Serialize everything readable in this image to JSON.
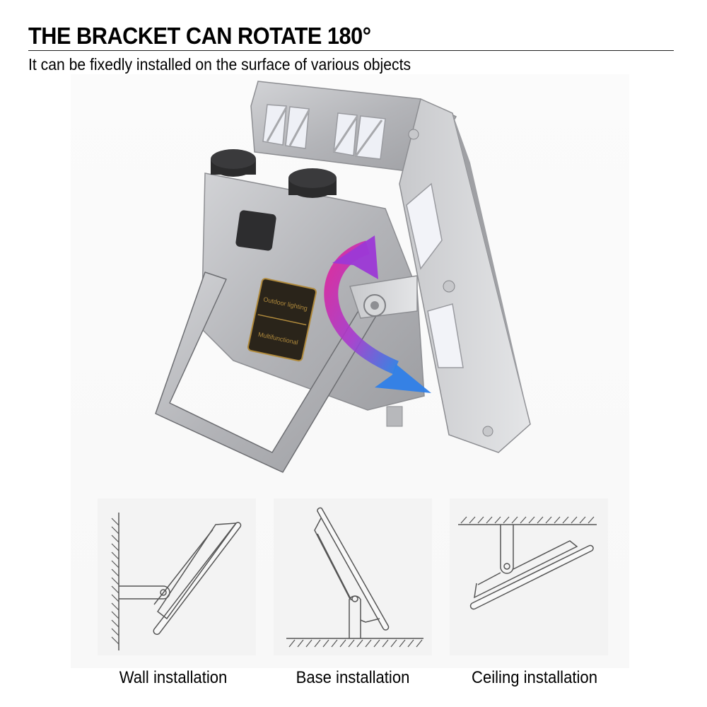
{
  "header": {
    "title": "THE BRACKET CAN ROTATE 180°",
    "subtitle": "It can be fixedly installed on the surface of various objects"
  },
  "product": {
    "description": "Silver flood light with fold-out U bracket, rotation arrow",
    "label_plate": [
      "Outdoor lighting",
      "Multifunctional"
    ],
    "arrow_colors": {
      "start": "#e0209a",
      "end": "#2f7fe8"
    }
  },
  "installations": [
    {
      "id": "wall",
      "label": "Wall installation"
    },
    {
      "id": "base",
      "label": "Base installation"
    },
    {
      "id": "ceiling",
      "label": "Ceiling installation"
    }
  ],
  "colors": {
    "panel_bg": "#f3f3f3",
    "line": "#555555",
    "metal": "#b9babd"
  }
}
